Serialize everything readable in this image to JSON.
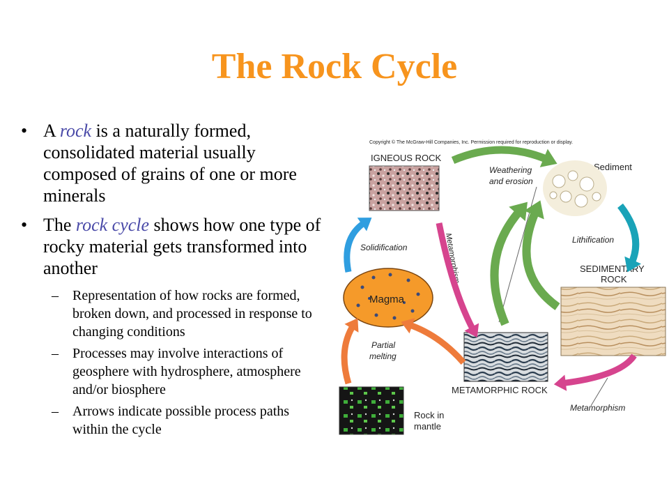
{
  "title": "The Rock Cycle",
  "bullets": [
    {
      "pre": "A ",
      "em": "rock",
      "post": " is a naturally formed, consolidated material usually composed of grains of one or more minerals"
    },
    {
      "pre": "The ",
      "em": "rock cycle",
      "post": " shows how one type of rocky material gets transformed into another"
    }
  ],
  "subbullets": [
    "Representation of how rocks are formed, broken down, and processed in response to changing conditions",
    "Processes may involve interactions of geosphere with hydrosphere, atmosphere and/or biosphere",
    "Arrows indicate possible process paths within the cycle"
  ],
  "bullet_symbol": "•",
  "dash_symbol": "–",
  "diagram": {
    "copyright": "Copyright © The McGraw-Hill Companies, Inc. Permission required for reproduction or display.",
    "igneous_rock": "IGNEOUS ROCK",
    "sediment": "Sediment",
    "weathering_1": "Weathering",
    "weathering_2": "and erosion",
    "lithification": "Lithification",
    "sedimentary_1": "SEDIMENTARY",
    "sedimentary_2": "ROCK",
    "solidification": "Solidification",
    "magma": "Magma",
    "metamorphism_vertical": "Metamorphism",
    "partial_1": "Partial",
    "partial_2": "melting",
    "metamorphic_rock": "METAMORPHIC ROCK",
    "metamorphism_bottom": "Metamorphism",
    "mantle_1": "Rock in",
    "mantle_2": "mantle"
  },
  "colors": {
    "title": "#f7941d",
    "emphasis": "#4a4aa8",
    "arrow_green": "#6aaa4f",
    "arrow_teal": "#1aa3b8",
    "arrow_blue": "#2f9ee0",
    "arrow_magenta": "#d6448e",
    "arrow_orange": "#ee7b3b",
    "magma_fill": "#f59a2a"
  }
}
